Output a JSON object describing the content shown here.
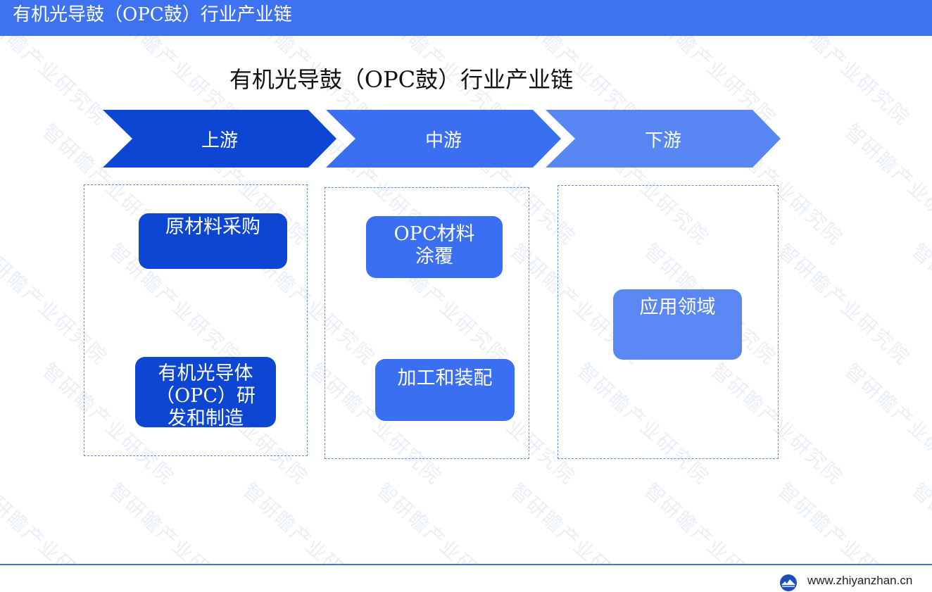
{
  "header": {
    "title": "有机光导鼓（OPC鼓）行业产业链"
  },
  "diagram": {
    "title": "有机光导鼓（OPC鼓）行业产业链",
    "stages": [
      {
        "label": "上游",
        "color": "#0e46d4",
        "nodes": [
          {
            "label": "原材料采购",
            "color": "#0e46d4"
          },
          {
            "label": "有机光导体（OPC）研发和制造",
            "color": "#0e46d4"
          }
        ]
      },
      {
        "label": "中游",
        "color": "#3a6ff2",
        "nodes": [
          {
            "label": "OPC材料涂覆",
            "color": "#3a6ff2"
          },
          {
            "label": "加工和装配",
            "color": "#3a6ff2"
          }
        ]
      },
      {
        "label": "下游",
        "color": "#5886f3",
        "nodes": [
          {
            "label": "应用领域",
            "color": "#5a87f4"
          }
        ]
      }
    ]
  },
  "watermark": {
    "text": "智研瞻产业研究院"
  },
  "footer": {
    "url": "www.zhiyanzhan.cn",
    "logo_icon": "zhiyanzhan-logo-icon"
  }
}
